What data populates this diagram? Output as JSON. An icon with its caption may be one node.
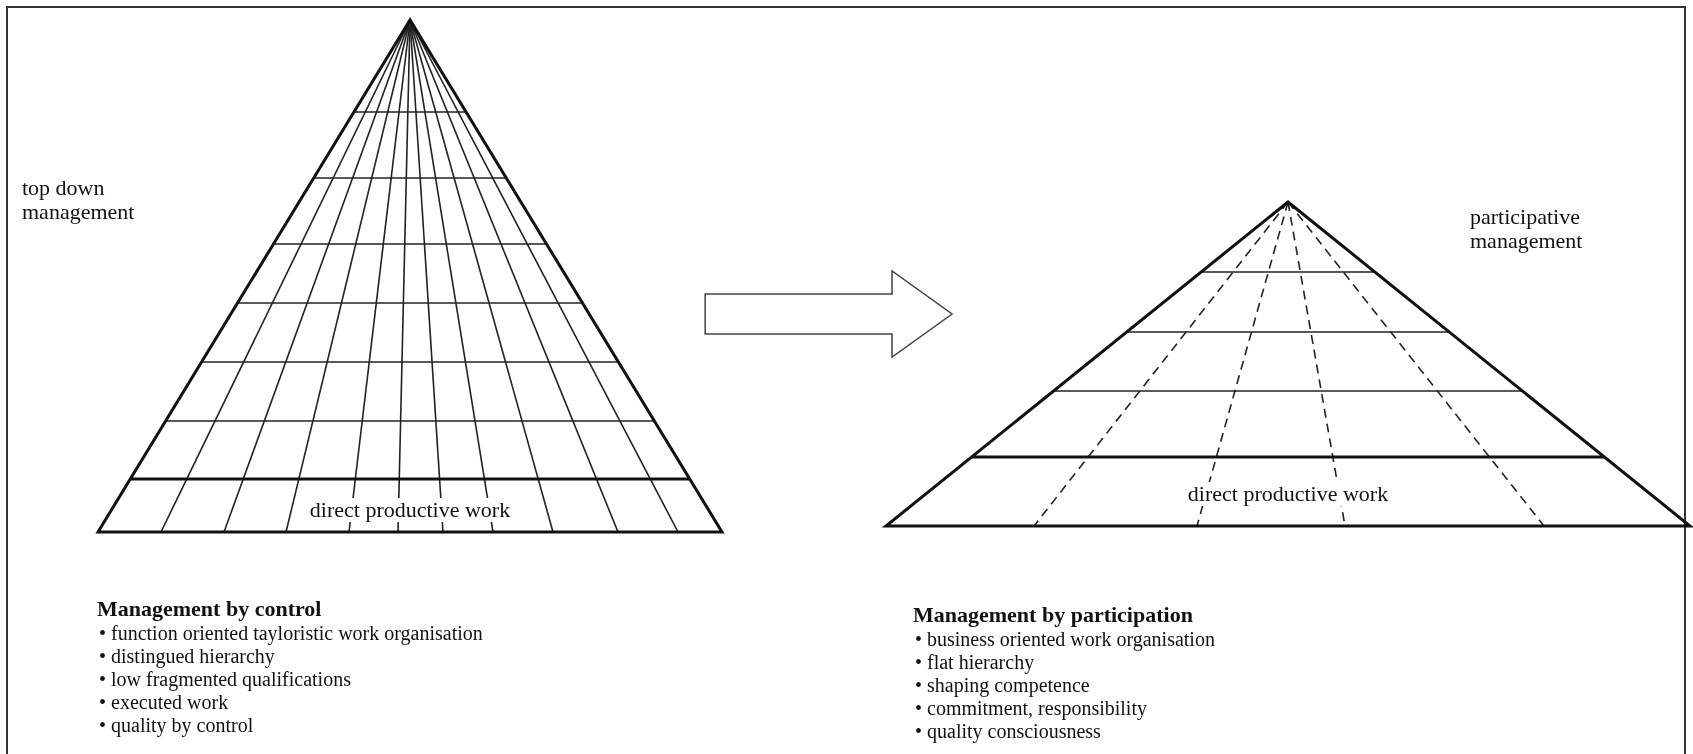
{
  "diagram": {
    "nodes": [
      {
        "text": [
          "direct productive work"
        ],
        "beside": [
          "top down management"
        ]
      },
      {
        "text": [
          "direct productive work"
        ],
        "beside": [
          "participative management"
        ]
      }
    ],
    "edges": [
      {
        "from": 0,
        "to": 1,
        "arrow": "to"
      }
    ],
    "labels": [
      "Management by control",
      "• function oriented tayloristic work organisation",
      "• distingued hierarchy",
      "• low fragmented qualifications",
      "• executed work",
      "• quality by control",
      "Management by participation",
      "• business oriented work organisation",
      "• flat hierarchy",
      "• shaping competence",
      "• commitment, responsibility",
      "• quality consciousness"
    ]
  }
}
